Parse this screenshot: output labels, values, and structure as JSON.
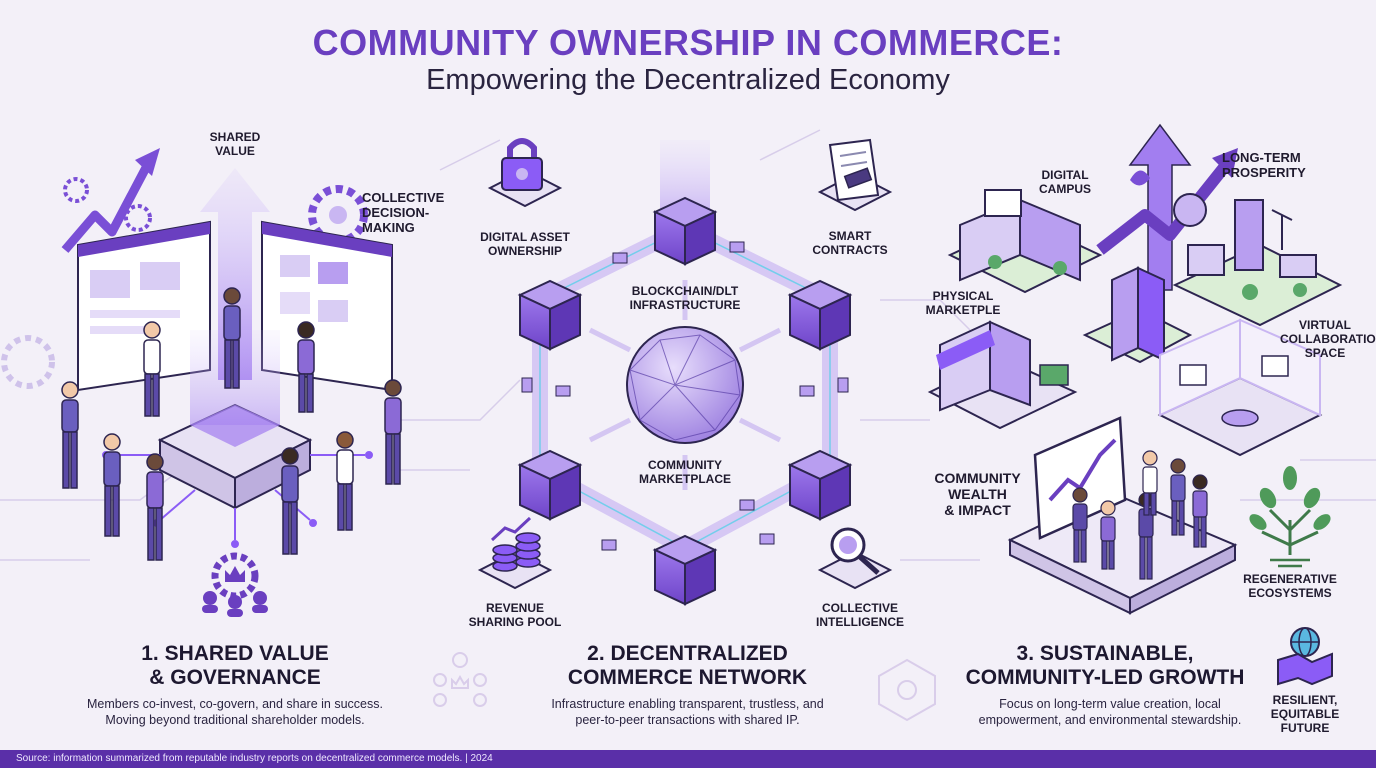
{
  "header": {
    "title": "COMMUNITY OWNERSHIP IN COMMERCE:",
    "subtitle": "Empowering the Decentralized Economy"
  },
  "left": {
    "shared_value": "SHARED\nVALUE",
    "collective_decision": "COLLECTIVE\nDECISION-\nMAKING",
    "heading": "1. SHARED VALUE\n& GOVERNANCE",
    "description": "Members co-invest, co-govern, and share in success.\nMoving beyond traditional shareholder models."
  },
  "center": {
    "digital_asset": "DIGITAL ASSET\nOWNERSHIP",
    "smart_contracts": "SMART\nCONTRACTS",
    "blockchain": "BLOCKCHAIN/DLT\nINFRASTRUCTURE",
    "marketplace": "COMMUNITY\nMARKETPLACE",
    "revenue": "REVENUE\nSHARING POOL",
    "intelligence": "COLLECTIVE\nINTELLIGENCE",
    "heading": "2. DECENTRALIZED\nCOMMERCE NETWORK",
    "description": "Infrastructure enabling transparent, trustless, and\npeer-to-peer transactions with shared IP."
  },
  "right": {
    "digital_campus": "DIGITAL\nCAMPUS",
    "long_term": "LONG-TERM\nPROSPERITY",
    "physical": "PHYSICAL\nMARKETPLE",
    "virtual": "VIRTUAL\nCOLLABORATION\nSPACE",
    "wealth": "COMMUNITY\nWEALTH\n& IMPACT",
    "regenerative": "REGENERATIVE\nECOSYSTEMS",
    "resilient": "RESILIENT,\nEQUITABLE\nFUTURE",
    "heading": "3. SUSTAINABLE,\nCOMMUNITY-LED GROWTH",
    "description": "Focus on long-term value creation, local\nempowerment, and environmental stewardship."
  },
  "footer": {
    "source": "Source: information summarized from reputable industry reports on decentralized commerce models. | 2024"
  },
  "colors": {
    "primary": "#6a3fc0",
    "accent": "#8b5cf6",
    "light": "#c9b6f2",
    "background": "#f3f0f8",
    "footer": "#5a2fa8",
    "cyan": "#5ad0e8"
  }
}
